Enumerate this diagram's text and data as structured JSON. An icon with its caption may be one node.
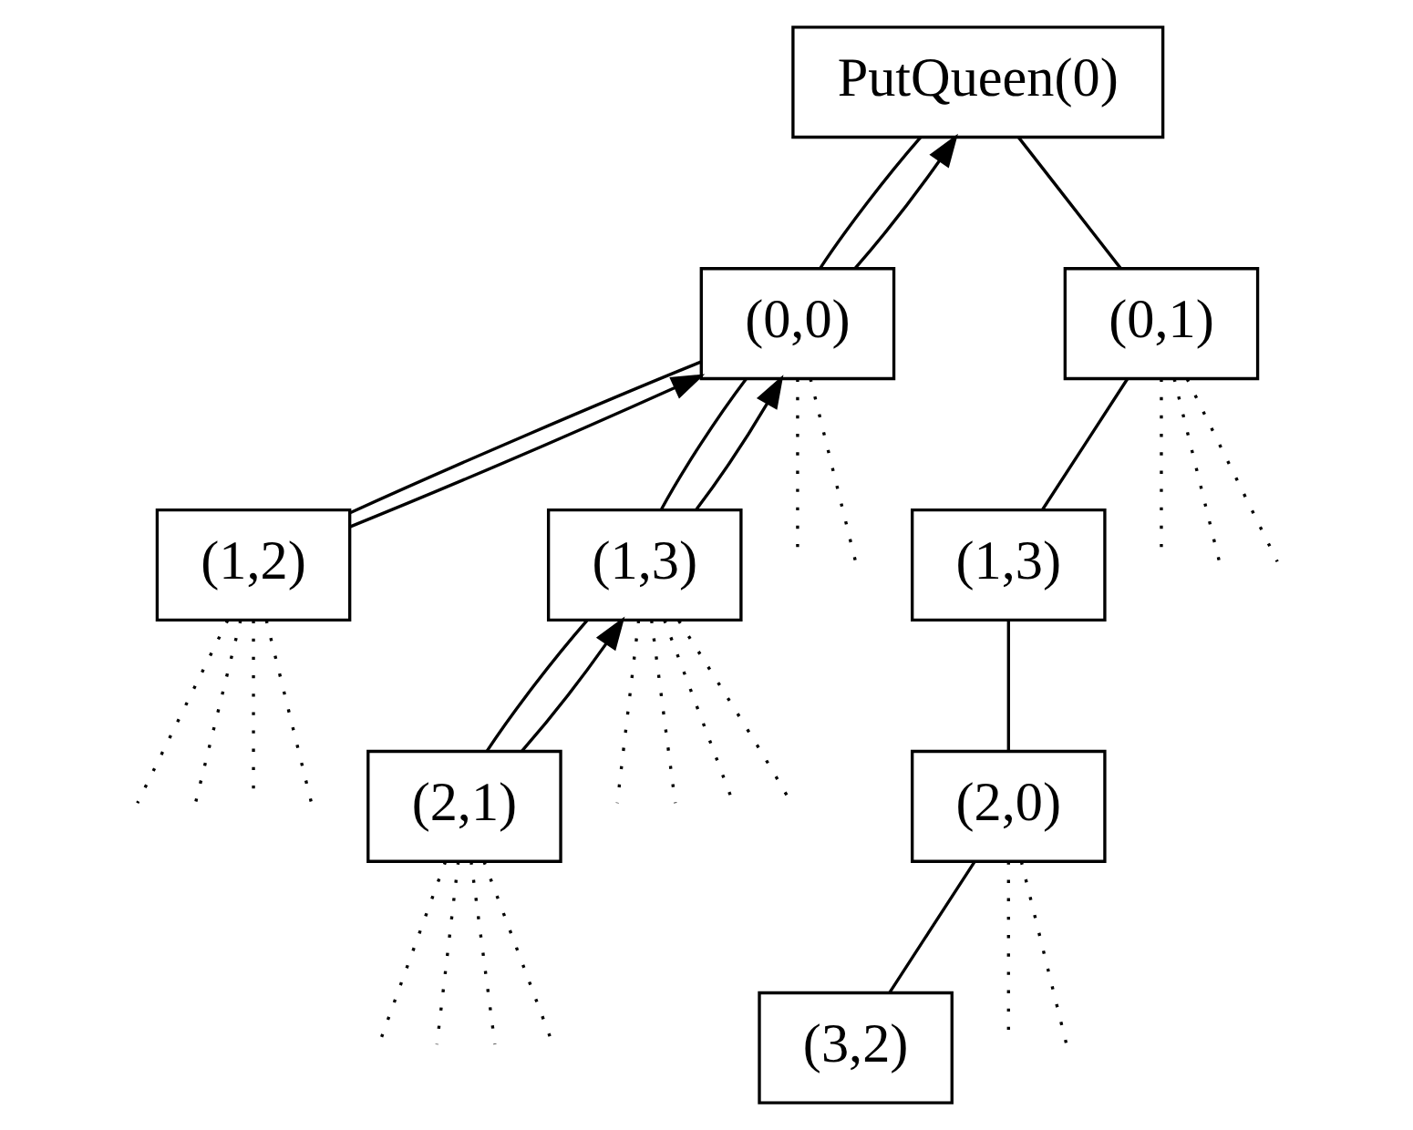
{
  "diagram": {
    "nodes": [
      {
        "text": [
          "PutQueen(0)"
        ]
      },
      {
        "text": [
          "(0,0)"
        ]
      },
      {
        "text": [
          "(1,2)"
        ]
      },
      {
        "text": [
          "(1,3)"
        ]
      },
      {
        "text": [
          "(2,1)"
        ]
      },
      {
        "text": [
          "(0,1)"
        ]
      },
      {
        "text": [
          "(1,3)"
        ]
      },
      {
        "text": [
          "(2,0)"
        ]
      },
      {
        "text": [
          "(3,2)"
        ]
      }
    ],
    "edges": [
      {
        "from": 0,
        "to": 1,
        "arrow": "none"
      },
      {
        "from": 1,
        "to": 0,
        "arrow": "to"
      },
      {
        "from": 0,
        "to": 5,
        "arrow": "none"
      },
      {
        "from": 1,
        "to": null,
        "arrow": "none",
        "style": "dashed"
      },
      {
        "from": 1,
        "to": null,
        "arrow": "none",
        "style": "dashed"
      },
      {
        "from": 1,
        "to": 2,
        "arrow": "none"
      },
      {
        "from": 2,
        "to": 1,
        "arrow": "to"
      },
      {
        "from": 1,
        "to": 3,
        "arrow": "none"
      },
      {
        "from": 3,
        "to": 1,
        "arrow": "to"
      },
      {
        "from": 2,
        "to": null,
        "arrow": "none",
        "style": "dashed"
      },
      {
        "from": 2,
        "to": null,
        "arrow": "none",
        "style": "dashed"
      },
      {
        "from": 2,
        "to": null,
        "arrow": "none",
        "style": "dashed"
      },
      {
        "from": 2,
        "to": null,
        "arrow": "none",
        "style": "dashed"
      },
      {
        "from": 3,
        "to": null,
        "arrow": "none",
        "style": "dashed"
      },
      {
        "from": 3,
        "to": 4,
        "arrow": "none"
      },
      {
        "from": 4,
        "to": 3,
        "arrow": "to"
      },
      {
        "from": 3,
        "to": null,
        "arrow": "none",
        "style": "dashed"
      },
      {
        "from": 3,
        "to": null,
        "arrow": "none",
        "style": "dashed"
      },
      {
        "from": 3,
        "to": null,
        "arrow": "none",
        "style": "dashed"
      },
      {
        "from": 4,
        "to": null,
        "arrow": "none",
        "style": "dashed"
      },
      {
        "from": 4,
        "to": null,
        "arrow": "none",
        "style": "dashed"
      },
      {
        "from": 4,
        "to": null,
        "arrow": "none",
        "style": "dashed"
      },
      {
        "from": 4,
        "to": null,
        "arrow": "none",
        "style": "dashed"
      },
      {
        "from": 5,
        "to": null,
        "arrow": "none",
        "style": "dashed"
      },
      {
        "from": 5,
        "to": null,
        "arrow": "none",
        "style": "dashed"
      },
      {
        "from": 5,
        "to": null,
        "arrow": "none",
        "style": "dashed"
      },
      {
        "from": 5,
        "to": 6,
        "arrow": "none"
      },
      {
        "from": 6,
        "to": 7,
        "arrow": "none"
      },
      {
        "from": 7,
        "to": null,
        "arrow": "none",
        "style": "dashed"
      },
      {
        "from": 7,
        "to": null,
        "arrow": "none",
        "style": "dashed"
      },
      {
        "from": 7,
        "to": 8,
        "arrow": "none"
      }
    ]
  }
}
